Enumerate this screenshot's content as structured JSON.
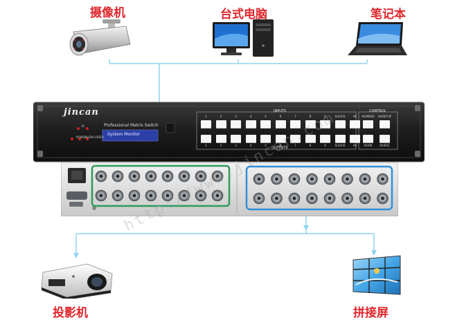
{
  "sources": [
    {
      "id": "camera",
      "label": "摄像机",
      "icon": "cctv-camera-icon"
    },
    {
      "id": "desktop",
      "label": "台式电脑",
      "icon": "desktop-computer-icon"
    },
    {
      "id": "laptop",
      "label": "笔记本",
      "icon": "laptop-icon"
    }
  ],
  "outputs": [
    {
      "id": "projector",
      "label": "投影机",
      "icon": "projector-icon"
    },
    {
      "id": "videowall",
      "label": "拼接屏",
      "icon": "video-wall-icon"
    }
  ],
  "switcher": {
    "brand": "jincan",
    "title": "Professional Matrix Switch",
    "lcd_text": "System Monitor",
    "inputs_label": "INPUTS",
    "outputs_label": "OUTPUTS",
    "control_label": "CONTROL",
    "top_row_keys": [
      "1",
      "2",
      "3",
      "4",
      "5",
      "6",
      "7",
      "8",
      "9",
      "0/LOCK",
      "AV"
    ],
    "bottom_row_keys": [
      "1",
      "2",
      "3",
      "4",
      "5",
      "6",
      "7",
      "8",
      "9",
      "0/LOCK",
      "AV"
    ],
    "control_top": [
      "AV/MENU",
      "AV/SETUP"
    ],
    "control_bottom": [
      "AV/OK",
      "AV/ESC"
    ],
    "indicators": [
      "POWER",
      "AUDIO",
      "VIDEO"
    ],
    "ir": "IR"
  },
  "watermark": "http://www.jincan.com",
  "colors": {
    "label": "#e0262b",
    "connector": "#8fd3ee",
    "input_group": "#2e9a5a",
    "output_group": "#2f8fd8"
  }
}
